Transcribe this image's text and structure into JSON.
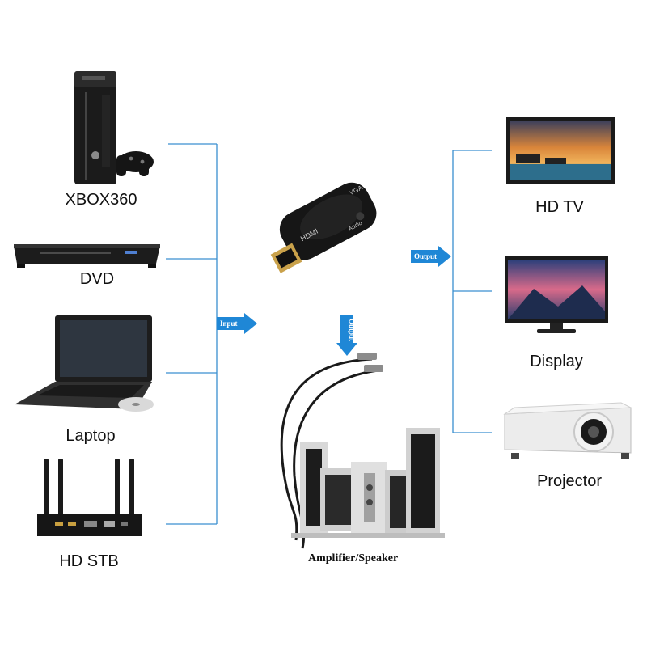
{
  "inputs": [
    {
      "label": "XBOX360"
    },
    {
      "label": "DVD"
    },
    {
      "label": "Laptop"
    },
    {
      "label": "HD STB"
    }
  ],
  "outputs": [
    {
      "label": "HD TV"
    },
    {
      "label": "Display"
    },
    {
      "label": "Projector"
    }
  ],
  "center": {
    "audio_label": "Amplifier/Speaker",
    "adapter_port_hdmi": "HDMI",
    "adapter_port_vga": "VGA",
    "adapter_port_audio": "Audio"
  },
  "arrows": {
    "input": "Input",
    "output_right": "Output",
    "output_down": "Output"
  },
  "colors": {
    "line": "#3a8fd0",
    "arrow": "#1f87d6"
  }
}
